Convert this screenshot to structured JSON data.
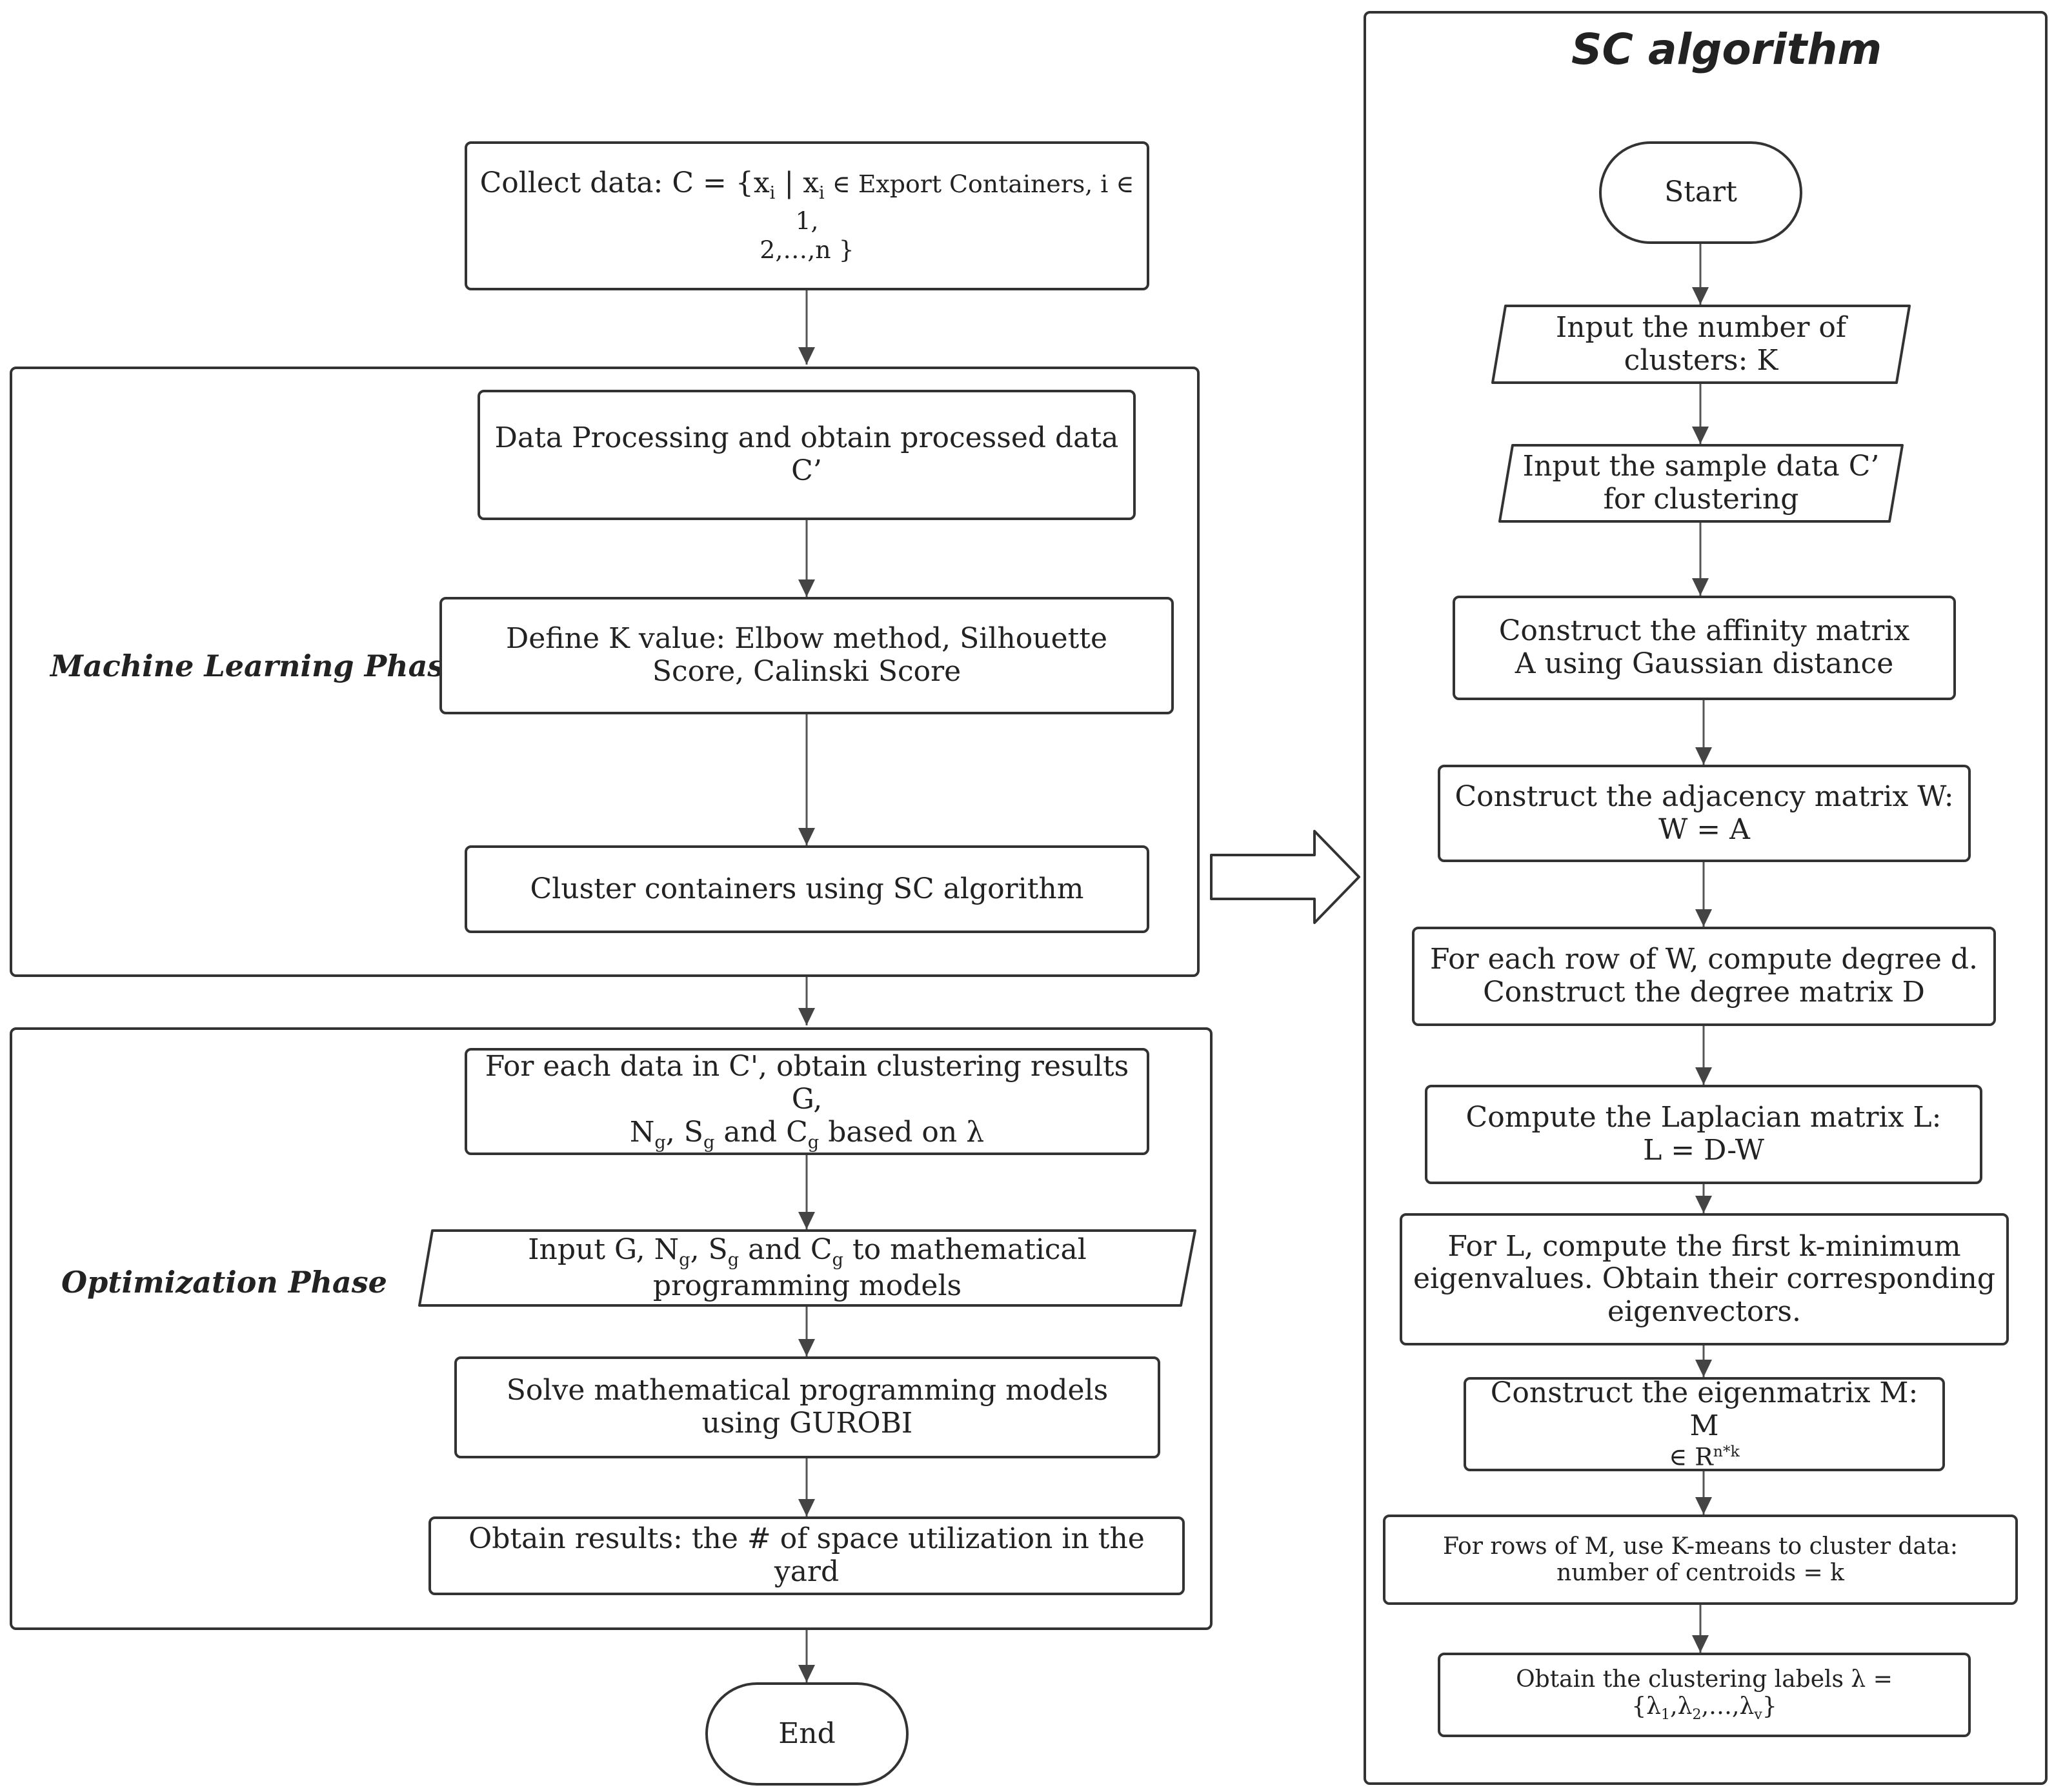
{
  "phases": {
    "ml": "Machine Learning Phase",
    "opt": "Optimization Phase"
  },
  "sc_title": "SC algorithm",
  "left_flow": {
    "collect": {
      "prefix": "Collect data: C = {x",
      "sub1": "i",
      "mid": " | x",
      "sub2": "i",
      "tail_small": " ∈ Export Containers, i ∈ 1,",
      "line2": "2,…,n }"
    },
    "processing": "Data Processing and obtain processed data C’",
    "define_k": "Define K value: Elbow method, Silhouette Score, Calinski Score",
    "cluster": "Cluster containers using SC algorithm",
    "for_each": {
      "line1": "For each data in C', obtain clustering results G,",
      "n": "N",
      "n_sub": "g",
      "s": ", S",
      "s_sub": "g",
      "and_c": " and C",
      "c_sub": "g",
      "tail": " based on λ"
    },
    "input_g": {
      "pre": "Input G, N",
      "n_sub": "g",
      "s": ", S",
      "s_sub": "g",
      "and_c": " and C",
      "c_sub": "g",
      "tail": " to mathematical programming models"
    },
    "solve": "Solve mathematical programming models using GUROBI",
    "results": "Obtain results: the # of space utilization in the yard",
    "end": "End"
  },
  "sc_flow": {
    "start": "Start",
    "input_k": "Input the number of clusters: K",
    "input_data": "Input the sample data C’ for clustering",
    "affinity": "Construct the affinity matrix A using Gaussian distance",
    "adjacency": "Construct the adjacency matrix W: W = A",
    "degree": "For each row of W, compute degree d. Construct the degree matrix D",
    "laplacian": "Compute the Laplacian matrix L: L = D-W",
    "eigen": "For L, compute the first k-minimum eigenvalues. Obtain their corresponding eigenvectors.",
    "eigenmatrix": {
      "line1": "Construct the eigenmatrix M: M",
      "line2": "∈ R",
      "sup": "n*k"
    },
    "kmeans": "For rows of M, use K-means to cluster data: number of centroids = k",
    "labels": {
      "pre": "Obtain the clustering labels λ = {λ",
      "s1": "1",
      "c1": ",λ",
      "s2": "2",
      "c2": ",…,λ",
      "s3": "v",
      "post": "}"
    }
  }
}
